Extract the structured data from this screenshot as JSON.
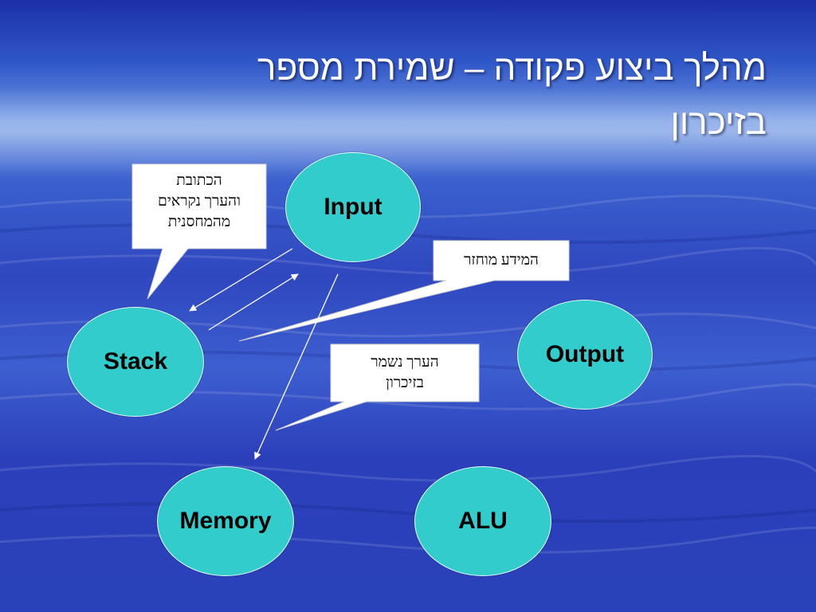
{
  "slide": {
    "title_line1": "מהלך ביצוע פקודה – שמירת מספר",
    "title_line2": "בזיכרון"
  },
  "nodes": {
    "input": "Input",
    "stack": "Stack",
    "output": "Output",
    "memory": "Memory",
    "alu": "ALU"
  },
  "callouts": {
    "address_read": [
      "הכתובת",
      "והערך נקראים",
      "מהמחסנית"
    ],
    "info_returned": "המידע מוחזר",
    "value_saved": [
      "הערך נשמר",
      "בזיכרון"
    ]
  },
  "colors": {
    "node_fill": "#33cccc",
    "callout_fill": "#ffffff",
    "arrow": "#ffffff",
    "title": "#ffffff"
  }
}
